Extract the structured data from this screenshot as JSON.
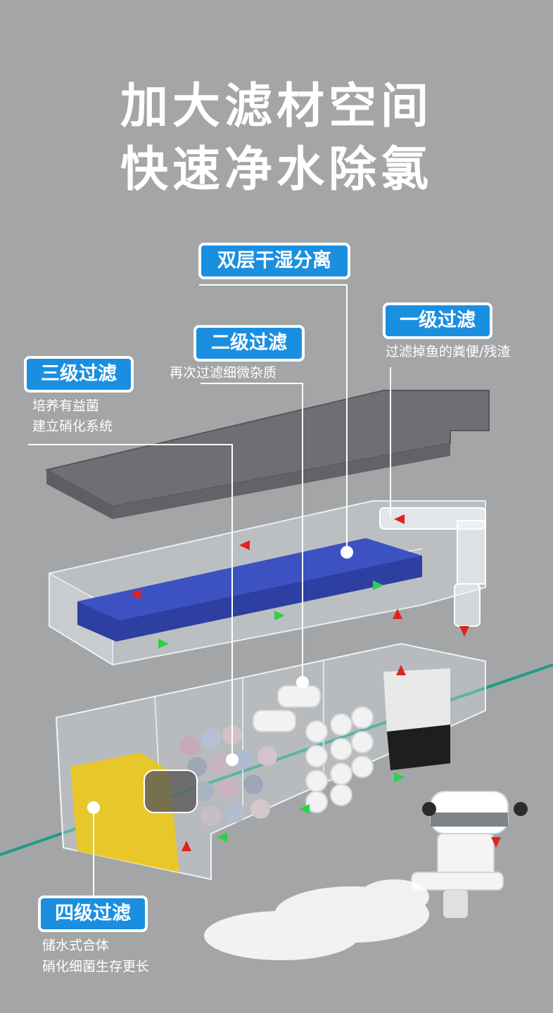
{
  "headline": {
    "line1": "加大滤材空间",
    "line2": "快速净水除氯"
  },
  "labels": {
    "dual_layer": {
      "title": "双层干湿分离"
    },
    "stage1": {
      "title": "一级过滤",
      "desc1": "过滤掉鱼的粪便/残渣"
    },
    "stage2": {
      "title": "二级过滤",
      "desc1": "再次过滤细微杂质"
    },
    "stage3": {
      "title": "三级过滤",
      "desc1": "培养有益菌",
      "desc2": "建立硝化系统"
    },
    "stage4": {
      "title": "四级过滤",
      "desc1": "储水式合体",
      "desc2": "硝化细菌生存更长"
    }
  },
  "colors": {
    "background": "#a3a5a7",
    "badge": "#1a8fe0",
    "flow_arrow_red": "#e0231c",
    "flow_arrow_green": "#2bd24a",
    "sponge_blue": "#2d3fa0",
    "yellow_media": "#e8c72a",
    "water_line": "#1f9a86"
  }
}
